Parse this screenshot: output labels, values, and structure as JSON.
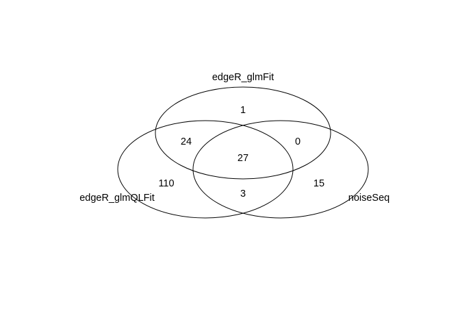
{
  "sets": [
    {
      "key": "glmFit",
      "label": "edgeR_glmFit"
    },
    {
      "key": "glmQLFit",
      "label": "edgeR_glmQLFit"
    },
    {
      "key": "noiseSeq",
      "label": "noiseSeq"
    }
  ],
  "regions": {
    "glmFit_only": "1",
    "glmFit_glmQLFit": "24",
    "glmFit_noiseSeq": "0",
    "all_three": "27",
    "glmQLFit_only": "110",
    "noiseSeq_only": "15",
    "glmQLFit_noiseSeq": "3"
  },
  "colors": {
    "stroke": "#000000",
    "text": "#000000",
    "background": "#ffffff"
  }
}
